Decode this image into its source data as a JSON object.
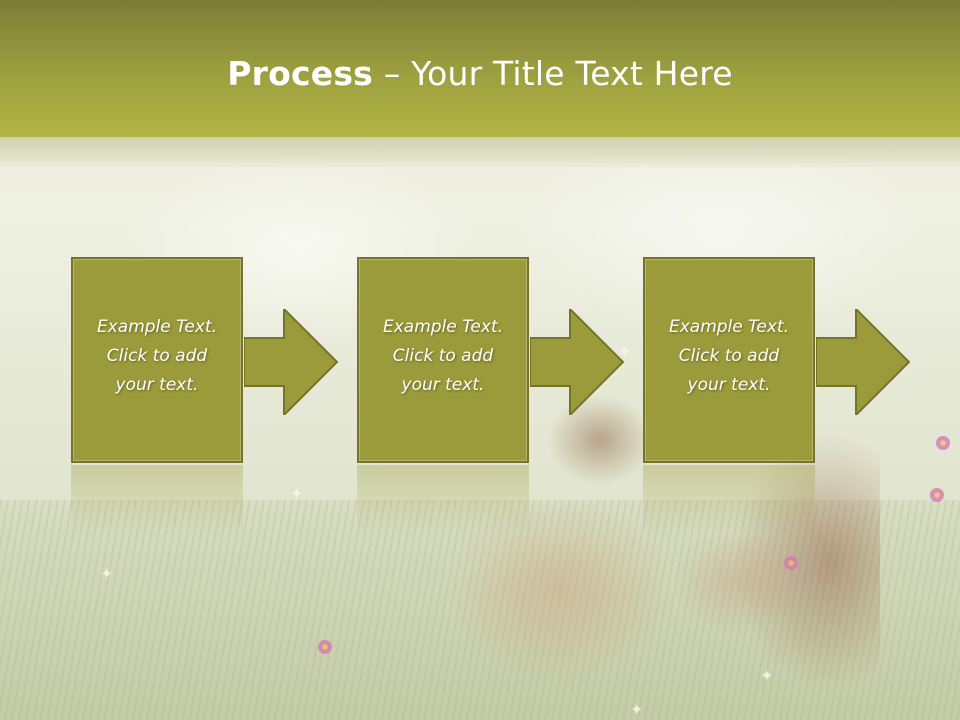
{
  "header": {
    "title_bold": "Process",
    "title_rest": " – Your Title Text Here"
  },
  "process": {
    "steps": [
      {
        "text": "Example Text.\nClick  to add\nyour text."
      },
      {
        "text": "Example Text.\nClick  to add\nyour text."
      },
      {
        "text": "Example Text.\nClick  to add\nyour text."
      }
    ]
  },
  "colors": {
    "header": "#9fa340",
    "box_fill": "#9b9b3b",
    "box_border": "#74742a",
    "text": "#ffffff"
  }
}
